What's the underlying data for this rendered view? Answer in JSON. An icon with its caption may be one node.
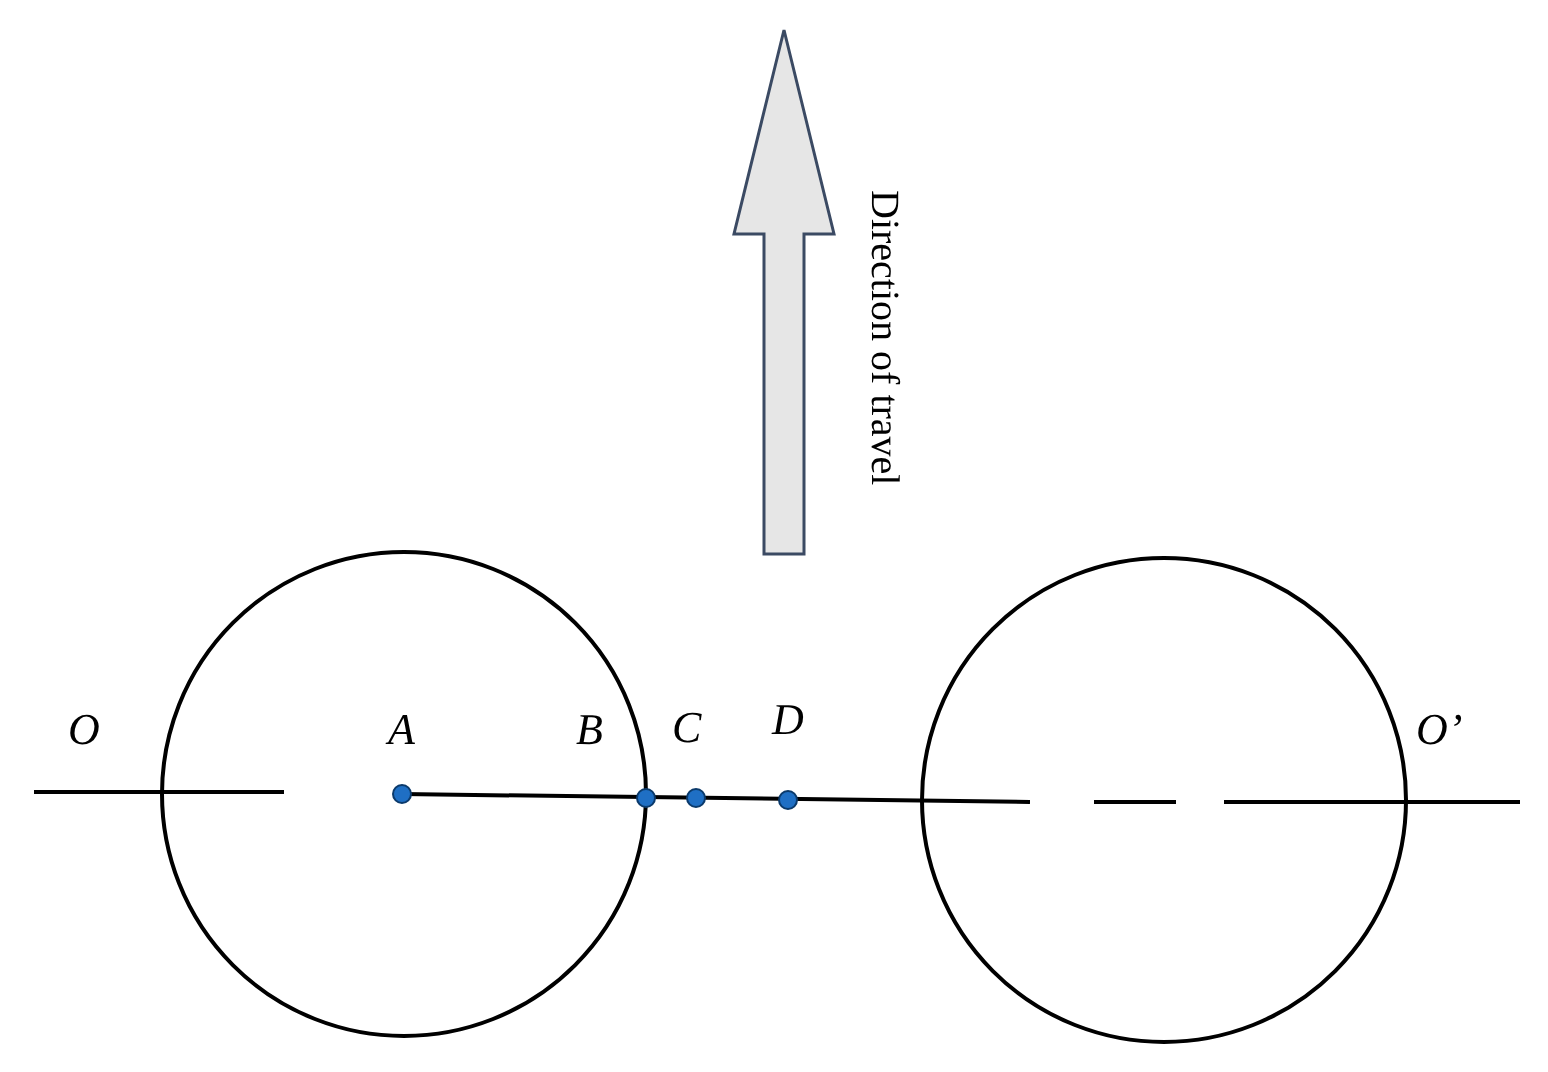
{
  "diagram": {
    "labels": [
      "Direction of travel",
      "O",
      "A",
      "B",
      "C",
      "D",
      "O’"
    ]
  }
}
